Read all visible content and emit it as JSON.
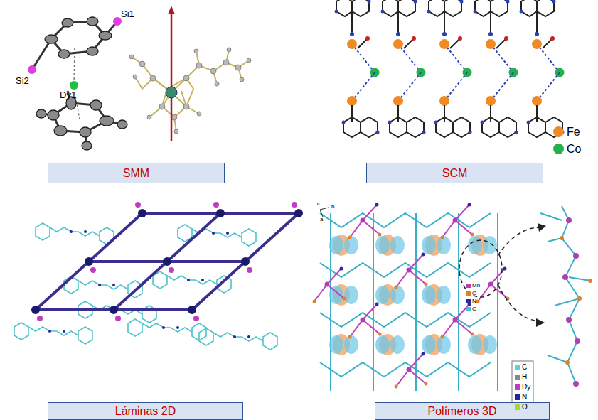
{
  "diagram": {
    "nodes": [
      {
        "text": [
          "SMM"
        ]
      },
      {
        "text": [
          "SCM"
        ]
      },
      {
        "text": [
          "Láminas 2D"
        ]
      },
      {
        "text": [
          "Polímeros 3D"
        ]
      }
    ],
    "labels": [
      "Si1",
      "Si2",
      "Dy1",
      "c",
      "b",
      "a"
    ],
    "legend": [
      {
        "text": "Fe",
        "color": "#f08a24"
      },
      {
        "text": "Co",
        "color": "#22b14c"
      },
      {
        "text": "C",
        "color": "#5bd3d6"
      },
      {
        "text": "H",
        "color": "#888888"
      },
      {
        "text": "Dy",
        "color": "#c03cc0"
      },
      {
        "text": "N",
        "color": "#2222aa"
      },
      {
        "text": "O",
        "color": "#a8d82c"
      },
      {
        "text": "Mn",
        "color": "#b040b0"
      },
      {
        "text": "O",
        "color": "#e0802a"
      },
      {
        "text": "N",
        "color": "#2a2aa0"
      },
      {
        "text": "C",
        "color": "#40c0d0"
      }
    ]
  }
}
